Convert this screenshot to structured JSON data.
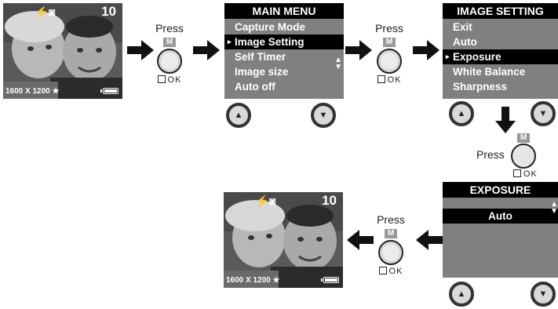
{
  "preview": {
    "shot_count": "10",
    "resolution": "1600 X 1200",
    "star": "★",
    "icons": [
      "flash-auto-icon",
      "camera-mode-icon",
      "battery-icon"
    ]
  },
  "press_label": "Press",
  "m_label": "M",
  "ok_label": "OK",
  "main_menu": {
    "title": "MAIN MENU",
    "items": [
      "Capture Mode",
      "Image Setting",
      "Self Timer",
      "Image size",
      "Auto off"
    ],
    "selected_index": 1
  },
  "image_setting": {
    "title": "IMAGE SETTING",
    "items": [
      "Exit",
      "Auto",
      "Exposure",
      "White Balance",
      "Sharpness"
    ],
    "selected_index": 2
  },
  "exposure": {
    "title": "EXPOSURE",
    "value": "Auto"
  },
  "nav": {
    "up": "▲",
    "down": "▼"
  },
  "caret": "▸",
  "updown": {
    "up": "▲",
    "down": "▼"
  }
}
